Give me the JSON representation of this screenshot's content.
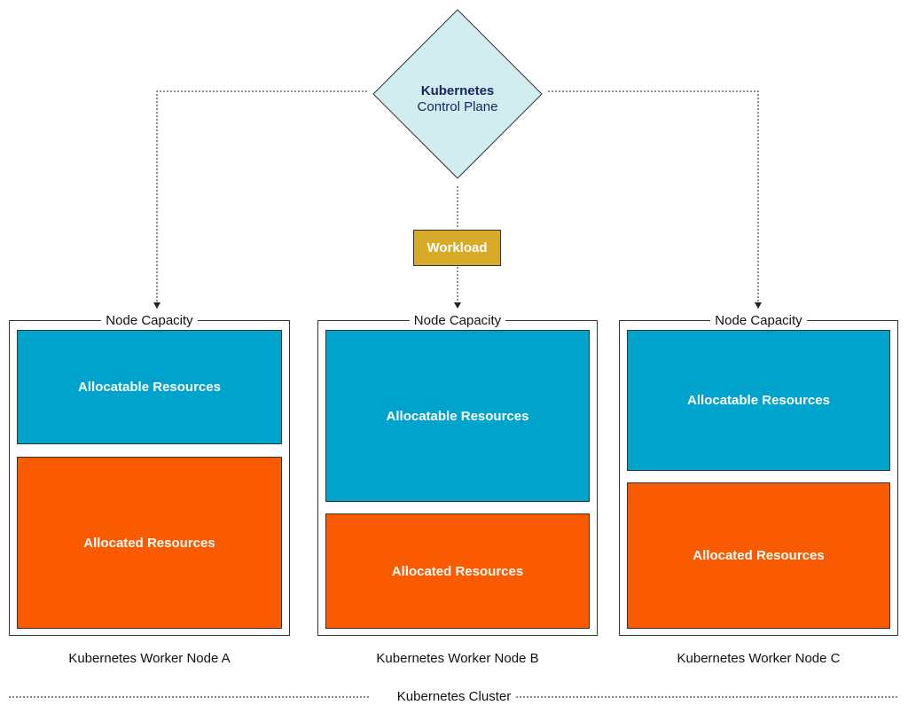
{
  "control_plane": {
    "title": "Kubernetes",
    "subtitle": "Control Plane",
    "fill": "#d2edf0"
  },
  "workload": {
    "label": "Workload",
    "fill": "#d7ab28"
  },
  "nodes": [
    {
      "capacity_label": "Node Capacity",
      "allocatable_label": "Allocatable Resources",
      "allocated_label": "Allocated Resources",
      "name": "Kubernetes Worker Node A"
    },
    {
      "capacity_label": "Node Capacity",
      "allocatable_label": "Allocatable Resources",
      "allocated_label": "Allocated Resources",
      "name": "Kubernetes Worker Node B"
    },
    {
      "capacity_label": "Node Capacity",
      "allocatable_label": "Allocatable Resources",
      "allocated_label": "Allocated Resources",
      "name": "Kubernetes Worker Node C"
    }
  ],
  "cluster_label": "Kubernetes Cluster",
  "colors": {
    "allocatable": "#00a3cc",
    "allocated": "#fa5a00"
  }
}
